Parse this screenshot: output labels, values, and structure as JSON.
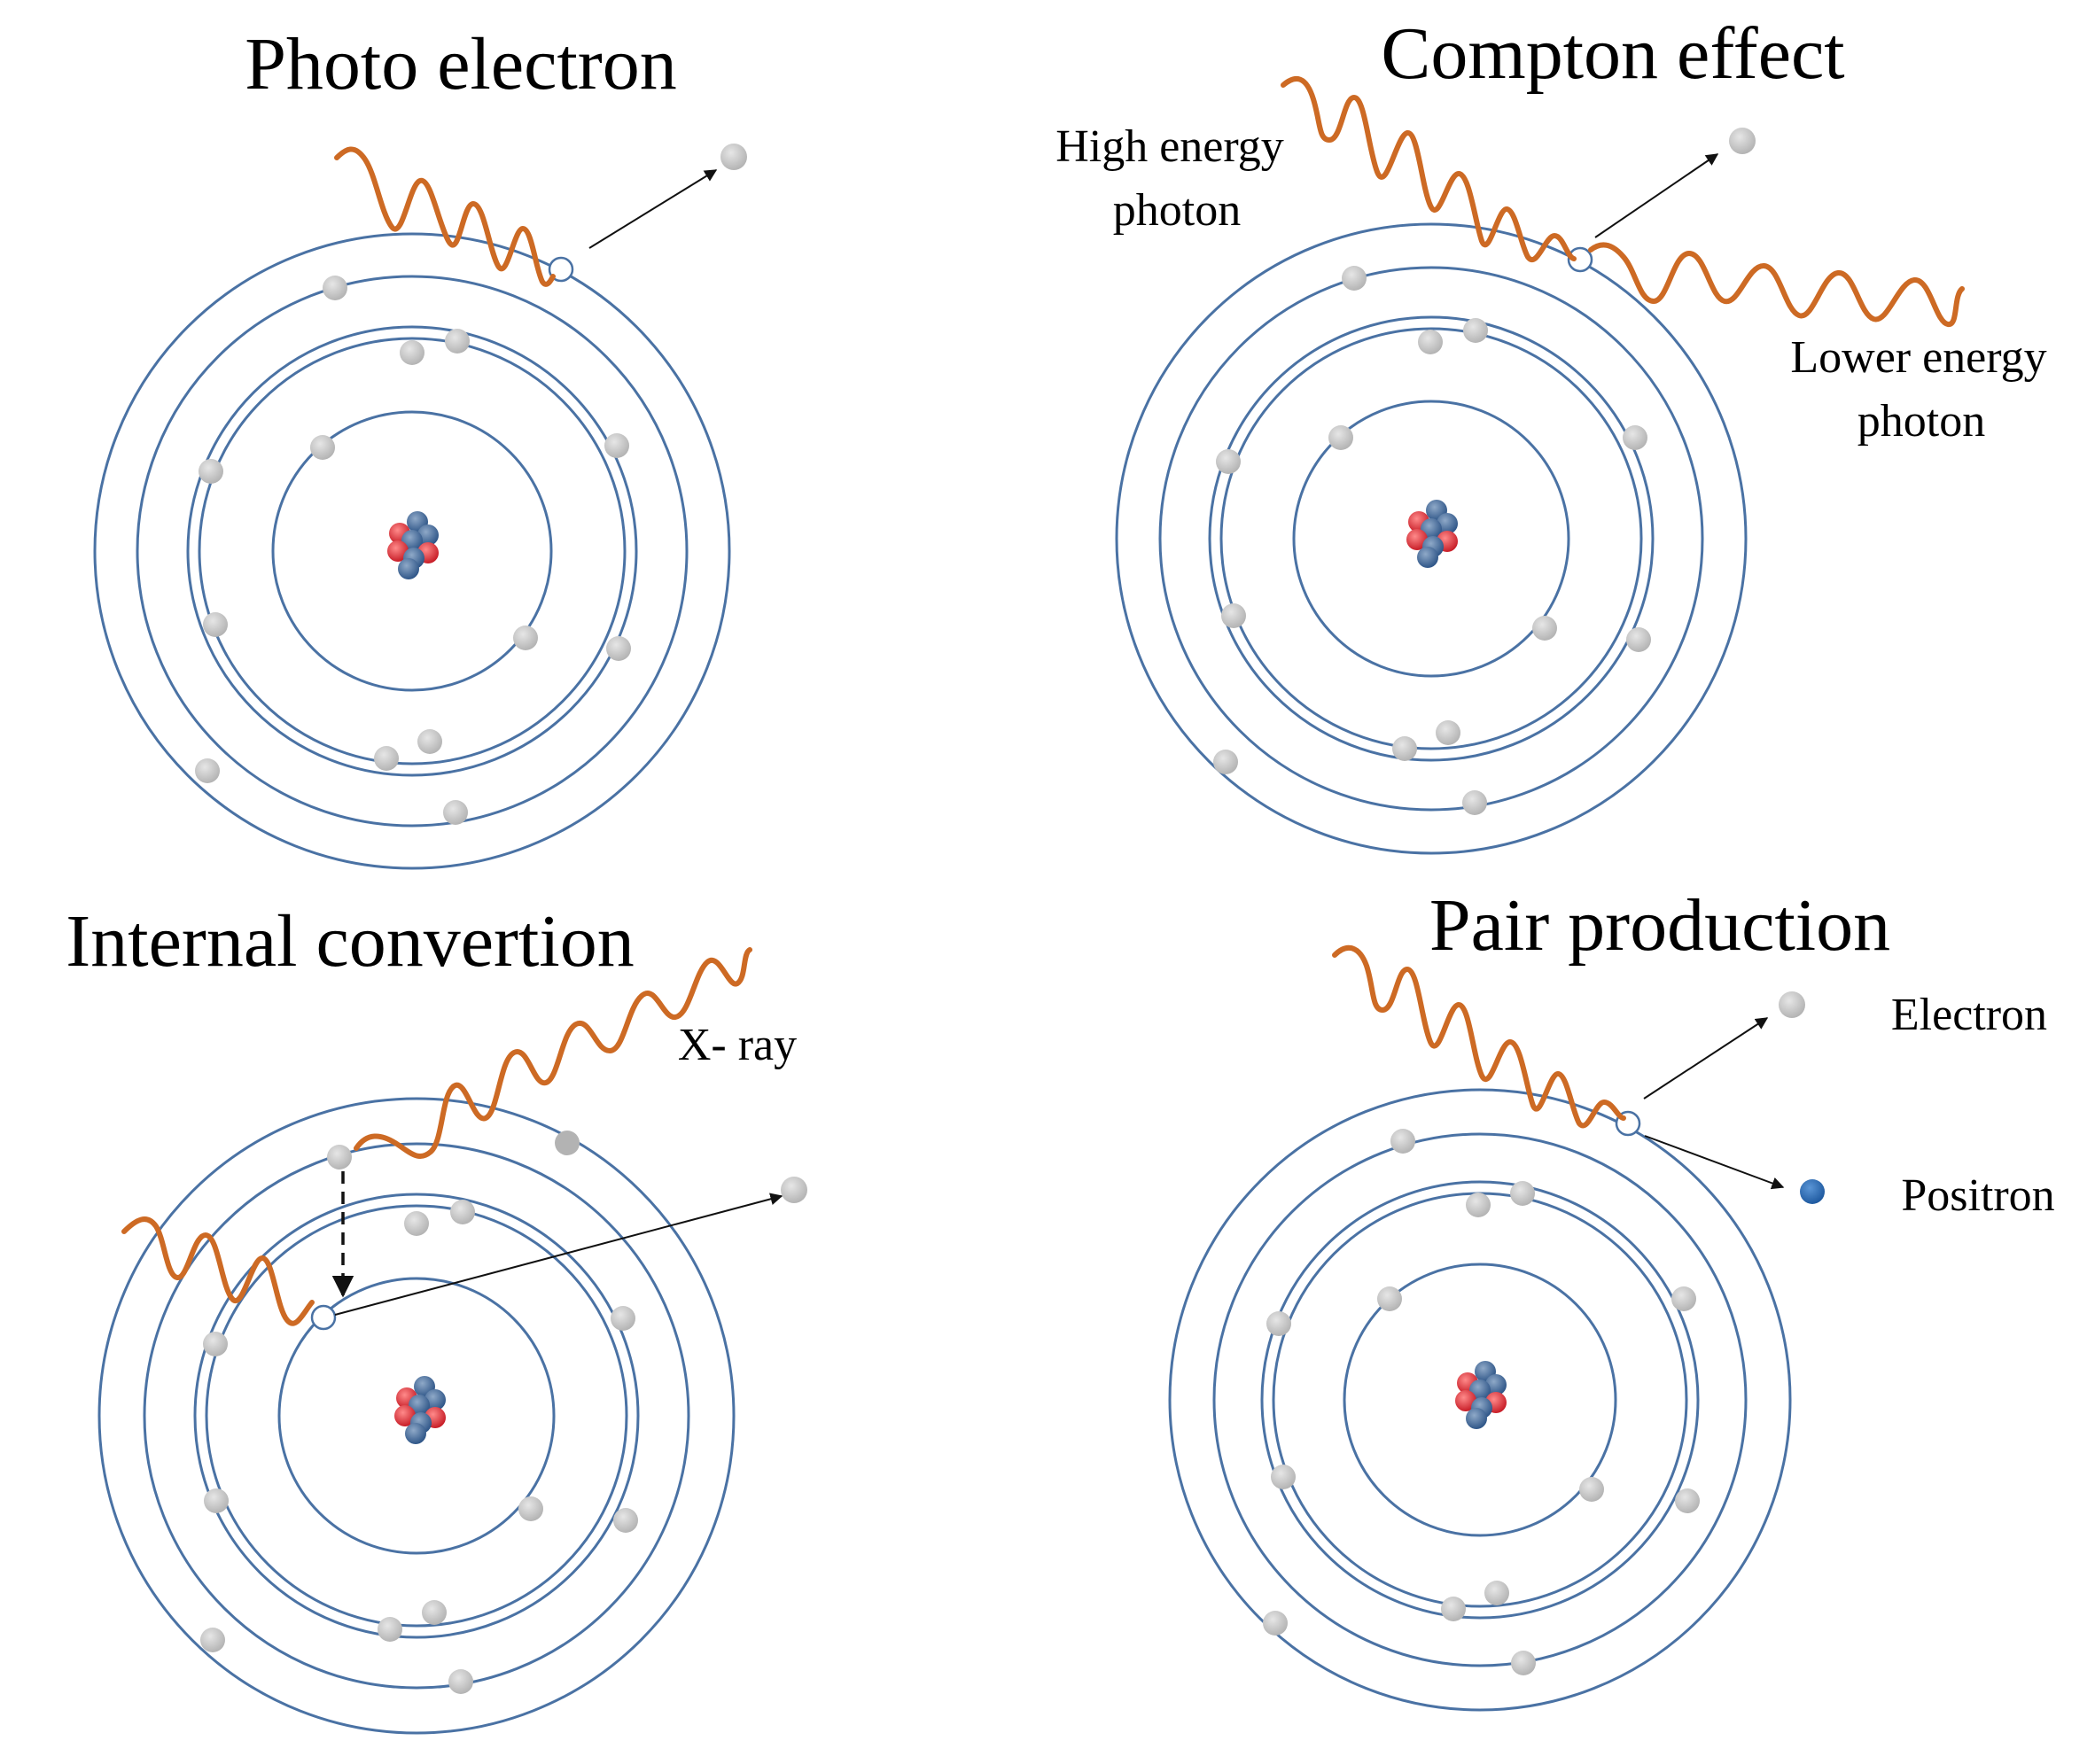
{
  "panels": [
    {
      "key": "photo",
      "title": "Photo electron",
      "labels": []
    },
    {
      "key": "compton",
      "title": "Compton effect",
      "labels": [
        "High energy",
        "photon",
        "Lower energy",
        "photon"
      ]
    },
    {
      "key": "internal",
      "title": "Internal convertion",
      "labels": [
        "X- ray"
      ]
    },
    {
      "key": "pair",
      "title": "Pair production",
      "labels": [
        "Electron",
        "Positron"
      ]
    }
  ],
  "colors": {
    "orbit": "#4a72a4",
    "photon_wave": "#cd6a24",
    "electron": "#c8c8c8",
    "vacancy": "#ffffff",
    "positron": "#2e6fb5",
    "nucleus_proton": "#e0303a",
    "nucleus_neutron": "#4a6fa0"
  }
}
